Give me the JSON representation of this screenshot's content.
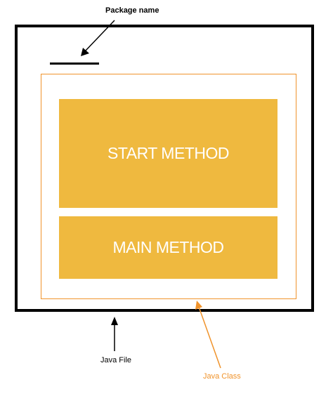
{
  "labels": {
    "package_name": "Package name",
    "java_file": "Java File",
    "java_class": "Java Class"
  },
  "methods": {
    "start": "START METHOD",
    "main": "MAIN METHOD"
  },
  "colors": {
    "java_file_border": "#000000",
    "java_class_border": "#f0932b",
    "method_fill": "#efb93f",
    "method_text": "#ffffff",
    "java_class_label": "#f0932b"
  }
}
